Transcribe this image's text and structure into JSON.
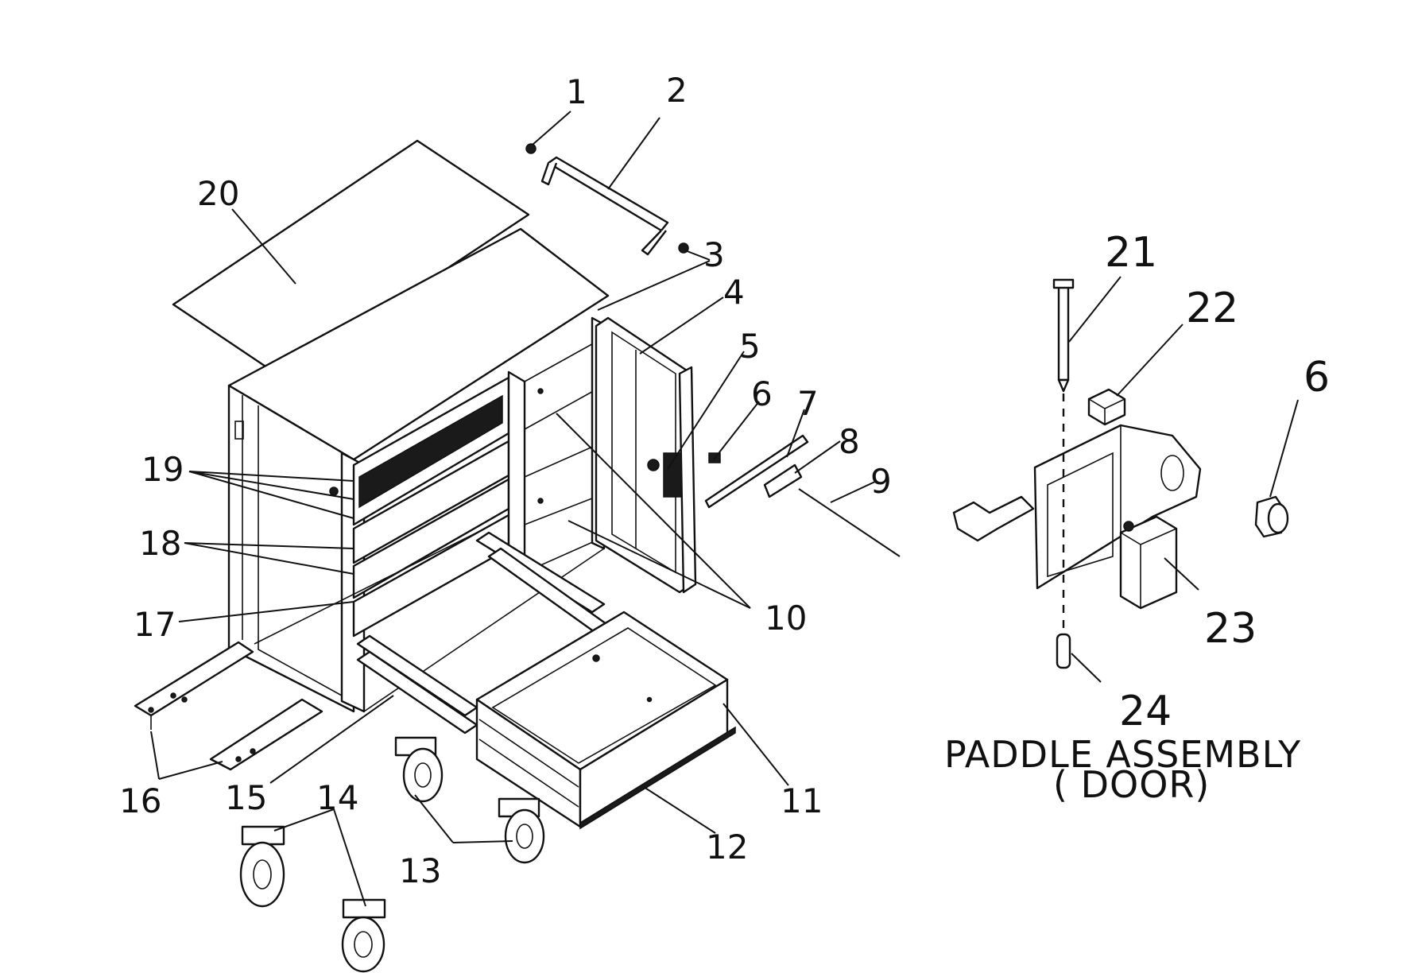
{
  "callouts": {
    "c1": "1",
    "c2": "2",
    "c3": "3",
    "c4": "4",
    "c5": "5",
    "c6": "6",
    "c7": "7",
    "c8": "8",
    "c9": "9",
    "c10": "10",
    "c11": "11",
    "c12": "12",
    "c13": "13",
    "c14": "14",
    "c15": "15",
    "c16": "16",
    "c17": "17",
    "c18": "18",
    "c19": "19",
    "c20": "20",
    "c21": "21",
    "c22": "22",
    "c23": "23",
    "c24": "24",
    "c6b": "6"
  },
  "caption": {
    "line1": "PADDLE ASSEMBLY",
    "line2": "( DOOR)"
  },
  "colors": {
    "ink": "#111111",
    "paper": "#ffffff"
  }
}
